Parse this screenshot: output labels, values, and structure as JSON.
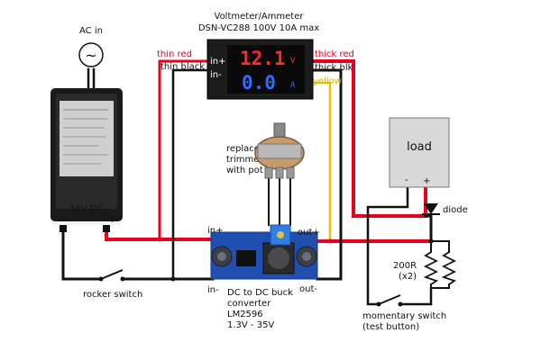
{
  "labels": {
    "ac_in": "AC in",
    "ac_symbol": "~",
    "psu_voltage": "16V DC",
    "psu_minus": "−",
    "psu_plus": "+",
    "meter_title_1": "Voltmeter/Ammeter",
    "meter_title_2": "DSN-VC288 100V 10A max",
    "meter_in_plus": "in+",
    "meter_in_minus": "in-",
    "volts_reading": "12.1",
    "volts_unit": "V",
    "amps_reading": "0.0",
    "amps_unit": "A",
    "thin_red": "thin red",
    "thin_black": "thin black",
    "thick_red": "thick red",
    "thick_blk": "thick blk",
    "yellow": "yellow",
    "pot_1": "replace",
    "pot_2": "trimmer",
    "pot_3": "with pot",
    "load": "load",
    "load_minus": "-",
    "load_plus": "+",
    "diode": "diode",
    "conv_in_plus": "in+",
    "conv_in_minus": "in-",
    "conv_out_plus": "out+",
    "conv_out_minus": "out-",
    "conv_1": "DC to DC buck",
    "conv_2": "converter",
    "conv_3": "LM2596",
    "conv_4": "1.3V - 35V",
    "resistor_1": "200R",
    "resistor_2": "(x2)",
    "rocker": "rocker switch",
    "momentary_1": "momentary switch",
    "momentary_2": "(test button)"
  },
  "colors": {
    "red_wire": "#e8001c",
    "black_wire": "#111111",
    "yellow_wire": "#e6c300",
    "psu_body": "#1a1a1a",
    "meter_body": "#1c1c1c",
    "volts_digits": "#ff2a2a",
    "amps_digits": "#2f6bff",
    "converter_pcb": "#1f4fb0",
    "load_box": "#d8d8d8"
  }
}
